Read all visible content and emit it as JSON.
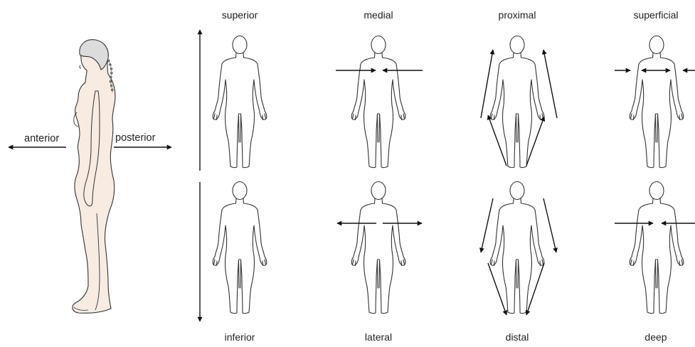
{
  "terms": {
    "anterior": "anterior",
    "posterior": "posterior",
    "superior": "superior",
    "inferior": "inferior",
    "medial": "medial",
    "lateral": "lateral",
    "proximal": "proximal",
    "distal": "distal",
    "superficial": "superficial",
    "deep": "deep"
  },
  "colors": {
    "outline": "#333333",
    "arrow": "#111111",
    "skin": "#f7ebe2",
    "hair_shade": "#9a9a9a"
  }
}
